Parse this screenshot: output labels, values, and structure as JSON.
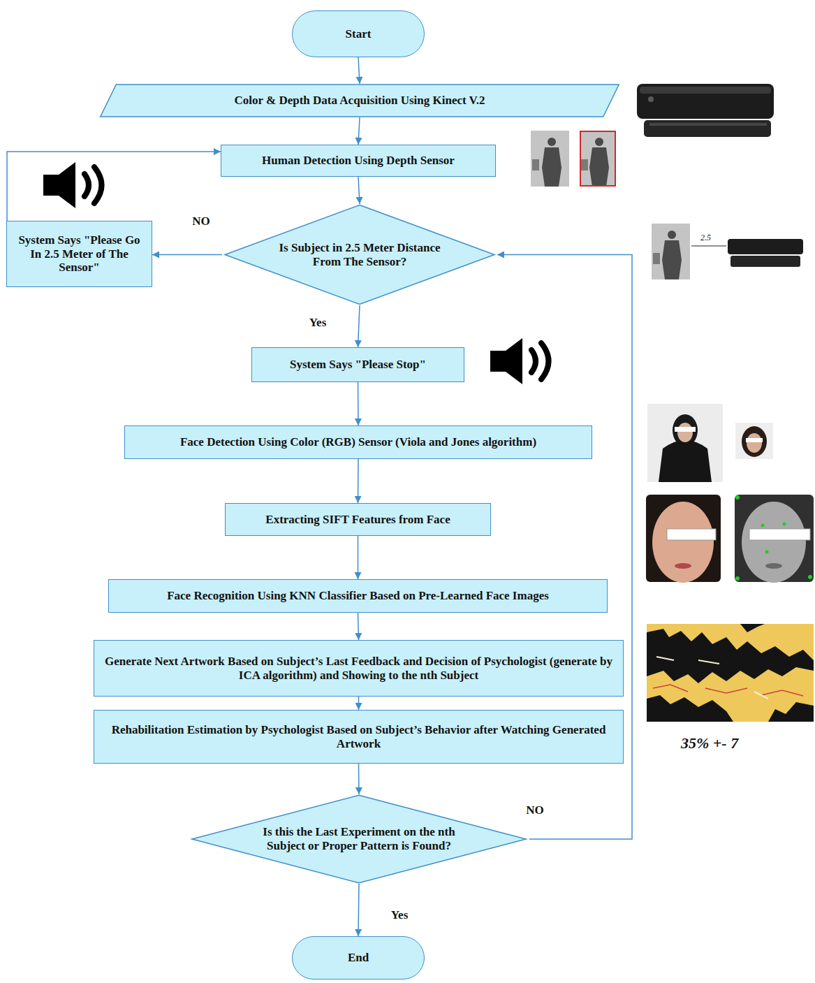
{
  "diagram": {
    "nodes": [
      {
        "text": [
          "Start"
        ]
      },
      {
        "text": [
          "Color & Depth Data Acquisition Using Kinect V.2"
        ]
      },
      {
        "text": [
          "Human Detection Using Depth Sensor"
        ]
      },
      {
        "text": [
          "Is Subject in 2.5 Meter Distance From The Sensor?"
        ]
      },
      {
        "text": [
          "System Says \"Please Go In 2.5 Meter of The Sensor\""
        ]
      },
      {
        "text": [
          "System Says \"Please Stop\""
        ]
      },
      {
        "text": [
          "Face Detection Using Color (RGB) Sensor (Viola and Jones algorithm)"
        ]
      },
      {
        "text": [
          "Extracting SIFT Features from Face"
        ]
      },
      {
        "text": [
          "Face Recognition Using KNN Classifier Based on Pre-Learned Face Images"
        ]
      },
      {
        "text": [
          "Generate Next Artwork Based on Subject’s Last Feedback and Decision of Psychologist (generate by ICA algorithm) and Showing to the nth Subject"
        ]
      },
      {
        "text": [
          "Rehabilitation Estimation by Psychologist Based on Subject’s Behavior after Watching Generated Artwork"
        ]
      },
      {
        "text": [
          "Is this the Last Experiment on the nth Subject or Proper Pattern is Found?"
        ]
      },
      {
        "text": [
          "End"
        ]
      }
    ],
    "edges": [
      {
        "from": 0,
        "to": 1,
        "arrow": "to"
      },
      {
        "from": 1,
        "to": 2,
        "arrow": "to"
      },
      {
        "from": 2,
        "to": 3,
        "arrow": "to"
      },
      {
        "from": 3,
        "to": 4,
        "label": "NO",
        "arrow": "to"
      },
      {
        "from": 4,
        "to": 2,
        "arrow": "to"
      },
      {
        "from": 3,
        "to": 5,
        "label": "Yes",
        "arrow": "to"
      },
      {
        "from": 5,
        "to": 6,
        "arrow": "to"
      },
      {
        "from": 6,
        "to": 7,
        "arrow": "to"
      },
      {
        "from": 7,
        "to": 8,
        "arrow": "to"
      },
      {
        "from": 8,
        "to": 9,
        "arrow": "to"
      },
      {
        "from": 9,
        "to": 10,
        "arrow": "to"
      },
      {
        "from": 10,
        "to": 11,
        "arrow": "to"
      },
      {
        "from": 11,
        "to": 3,
        "label": "NO",
        "arrow": "to"
      },
      {
        "from": 11,
        "to": 12,
        "label": "Yes",
        "arrow": "to"
      }
    ],
    "labels": [
      "2.5",
      "35% +- 7"
    ]
  }
}
